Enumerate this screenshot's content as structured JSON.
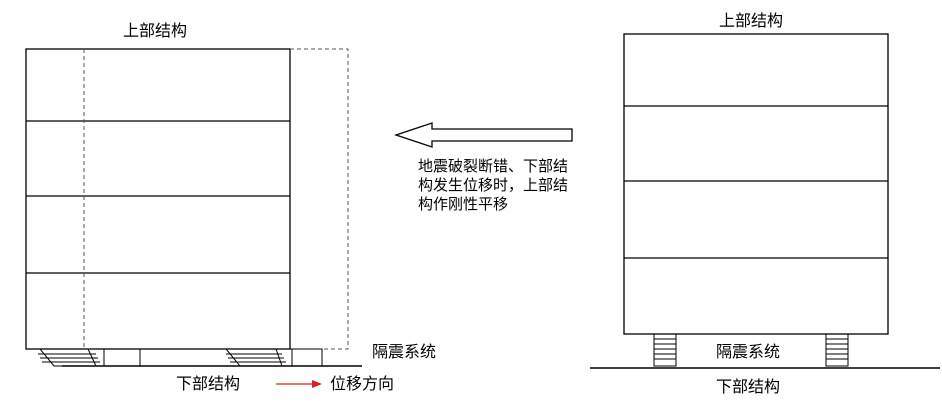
{
  "left": {
    "top_label": "上部结构",
    "isolation_label": "隔震系统",
    "bottom_label": "下部结构",
    "legend_text": "位移方向"
  },
  "note": {
    "text": "地震破裂断错、下部结构发生位移时，上部结构作刚性平移"
  },
  "right": {
    "top_label": "上部结构",
    "isolation_label": "隔震系统",
    "bottom_label": "下部结构"
  },
  "colors": {
    "line": "#000000",
    "dashed": "#555555",
    "legend_arrow": "#d62020"
  }
}
